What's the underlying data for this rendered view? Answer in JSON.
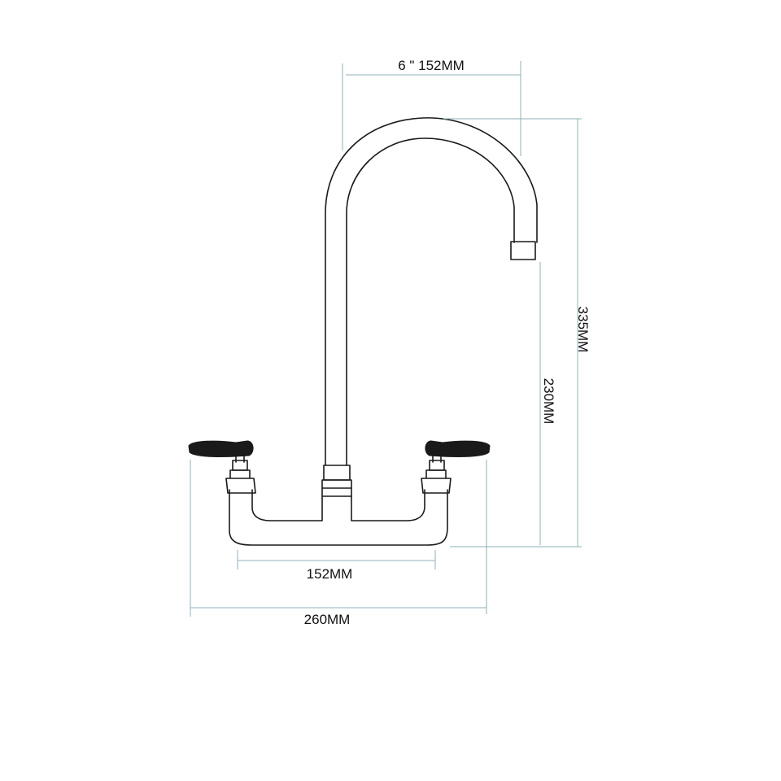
{
  "dimensions": {
    "spout_reach": "6 \" 152MM",
    "total_height": "335MM",
    "spout_height": "230MM",
    "center_spacing": "152MM",
    "overall_width": "260MM"
  },
  "colors": {
    "outline": "#1a1a1a",
    "dimension_line": "#8fb0b8",
    "label": "#111111",
    "background": "#ffffff"
  }
}
